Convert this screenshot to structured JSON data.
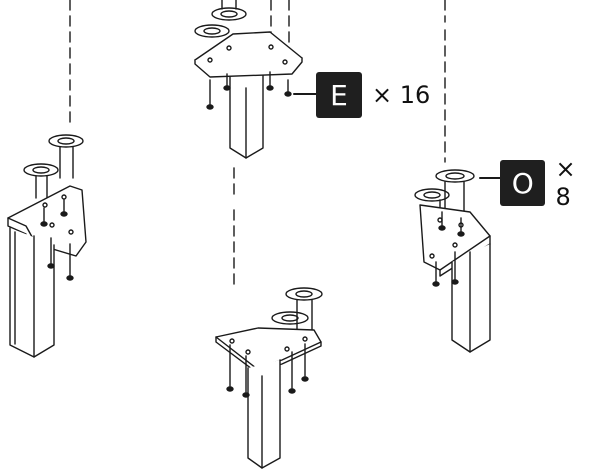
{
  "parts": [
    {
      "id": "E",
      "letter": "E",
      "quantity": "× 16"
    },
    {
      "id": "O",
      "letter": "O",
      "quantity": "× 8"
    }
  ],
  "colors": {
    "line": "#1a1a1a",
    "badge": "#1f1f1f",
    "fill": "#ffffff"
  }
}
